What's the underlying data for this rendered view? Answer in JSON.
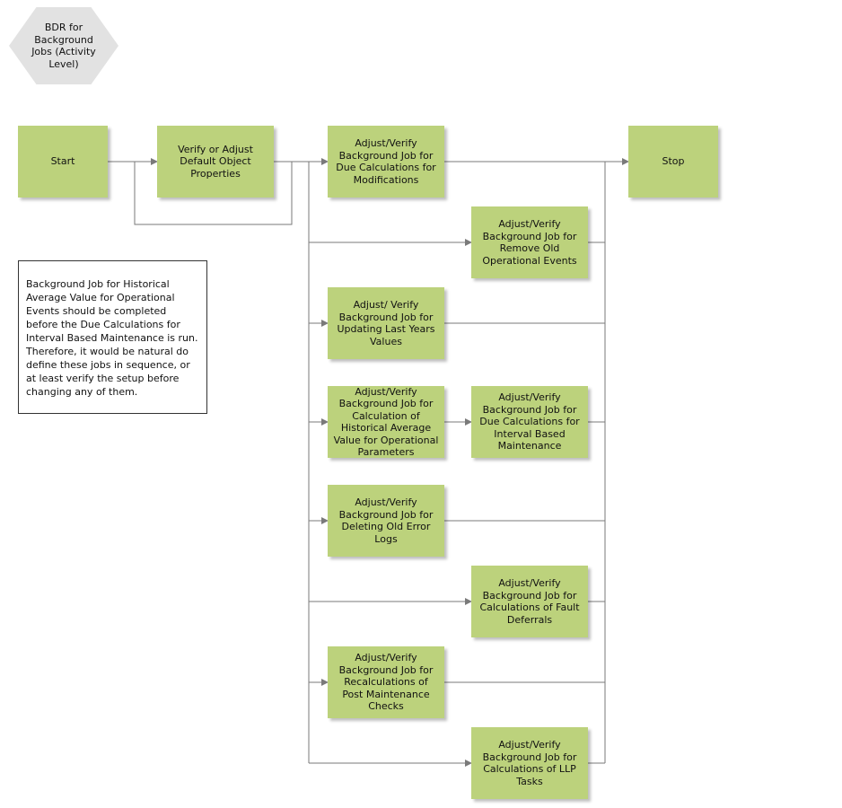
{
  "title_hex": {
    "label": "BDR for Background Jobs (Activity Level)"
  },
  "note": {
    "text": "Background Job for Historical Average Value for Operational Events should be completed before the Due Calculations for Interval Based Maintenance is run. Therefore, it would be natural do define these jobs in sequence, or at least verify the setup before changing any of them."
  },
  "nodes": {
    "start": "Start",
    "verify_default": "Verify or Adjust Default Object Properties",
    "due_mod": "Adjust/Verify Background Job for Due Calculations for Modifications",
    "stop": "Stop",
    "remove_events": "Adjust/Verify Background Job for Remove Old Operational Events",
    "last_years": "Adjust/ Verify Background Job for Updating Last Years Values",
    "hist_avg": "Adjust/Verify Background Job for Calculation of Historical Average Value for Operational Parameters",
    "interval": "Adjust/Verify Background Job for Due Calculations for Interval Based Maintenance",
    "error_logs": "Adjust/Verify Background Job for Deleting Old Error Logs",
    "fault_def": "Adjust/Verify Background Job for Calculations of Fault Deferrals",
    "post_maint": "Adjust/Verify Background Job for Recalculations of Post Maintenance Checks",
    "llp": "Adjust/Verify Background Job for Calculations of LLP Tasks"
  },
  "colors": {
    "node_fill": "#bcd27c",
    "hex_fill": "#e2e2e2",
    "connector": "#7a7a7a"
  }
}
